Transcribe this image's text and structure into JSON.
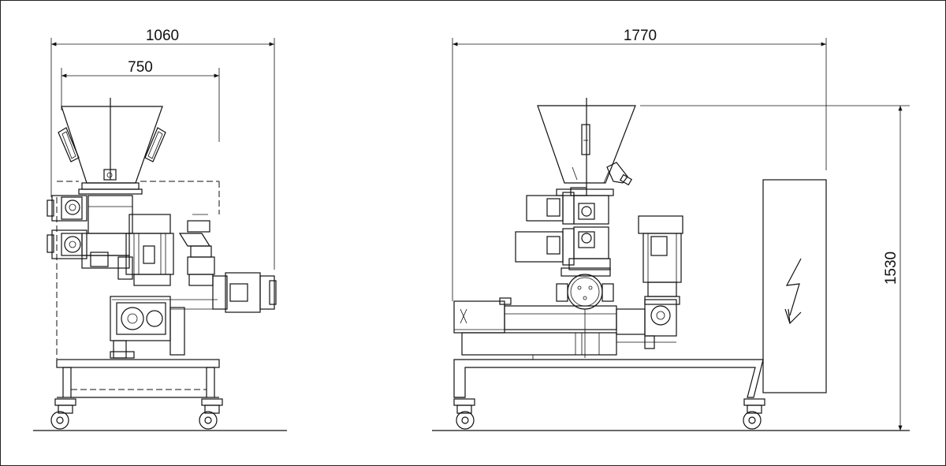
{
  "diagram": {
    "colors": {
      "line": "#111111",
      "background": "#ffffff"
    },
    "front_view": {
      "dim_overall_width": "1060",
      "dim_hopper_width": "750"
    },
    "side_view": {
      "dim_overall_length": "1770",
      "dim_overall_height": "1530",
      "cabinet_symbol": "high-voltage-lightning-icon"
    }
  }
}
